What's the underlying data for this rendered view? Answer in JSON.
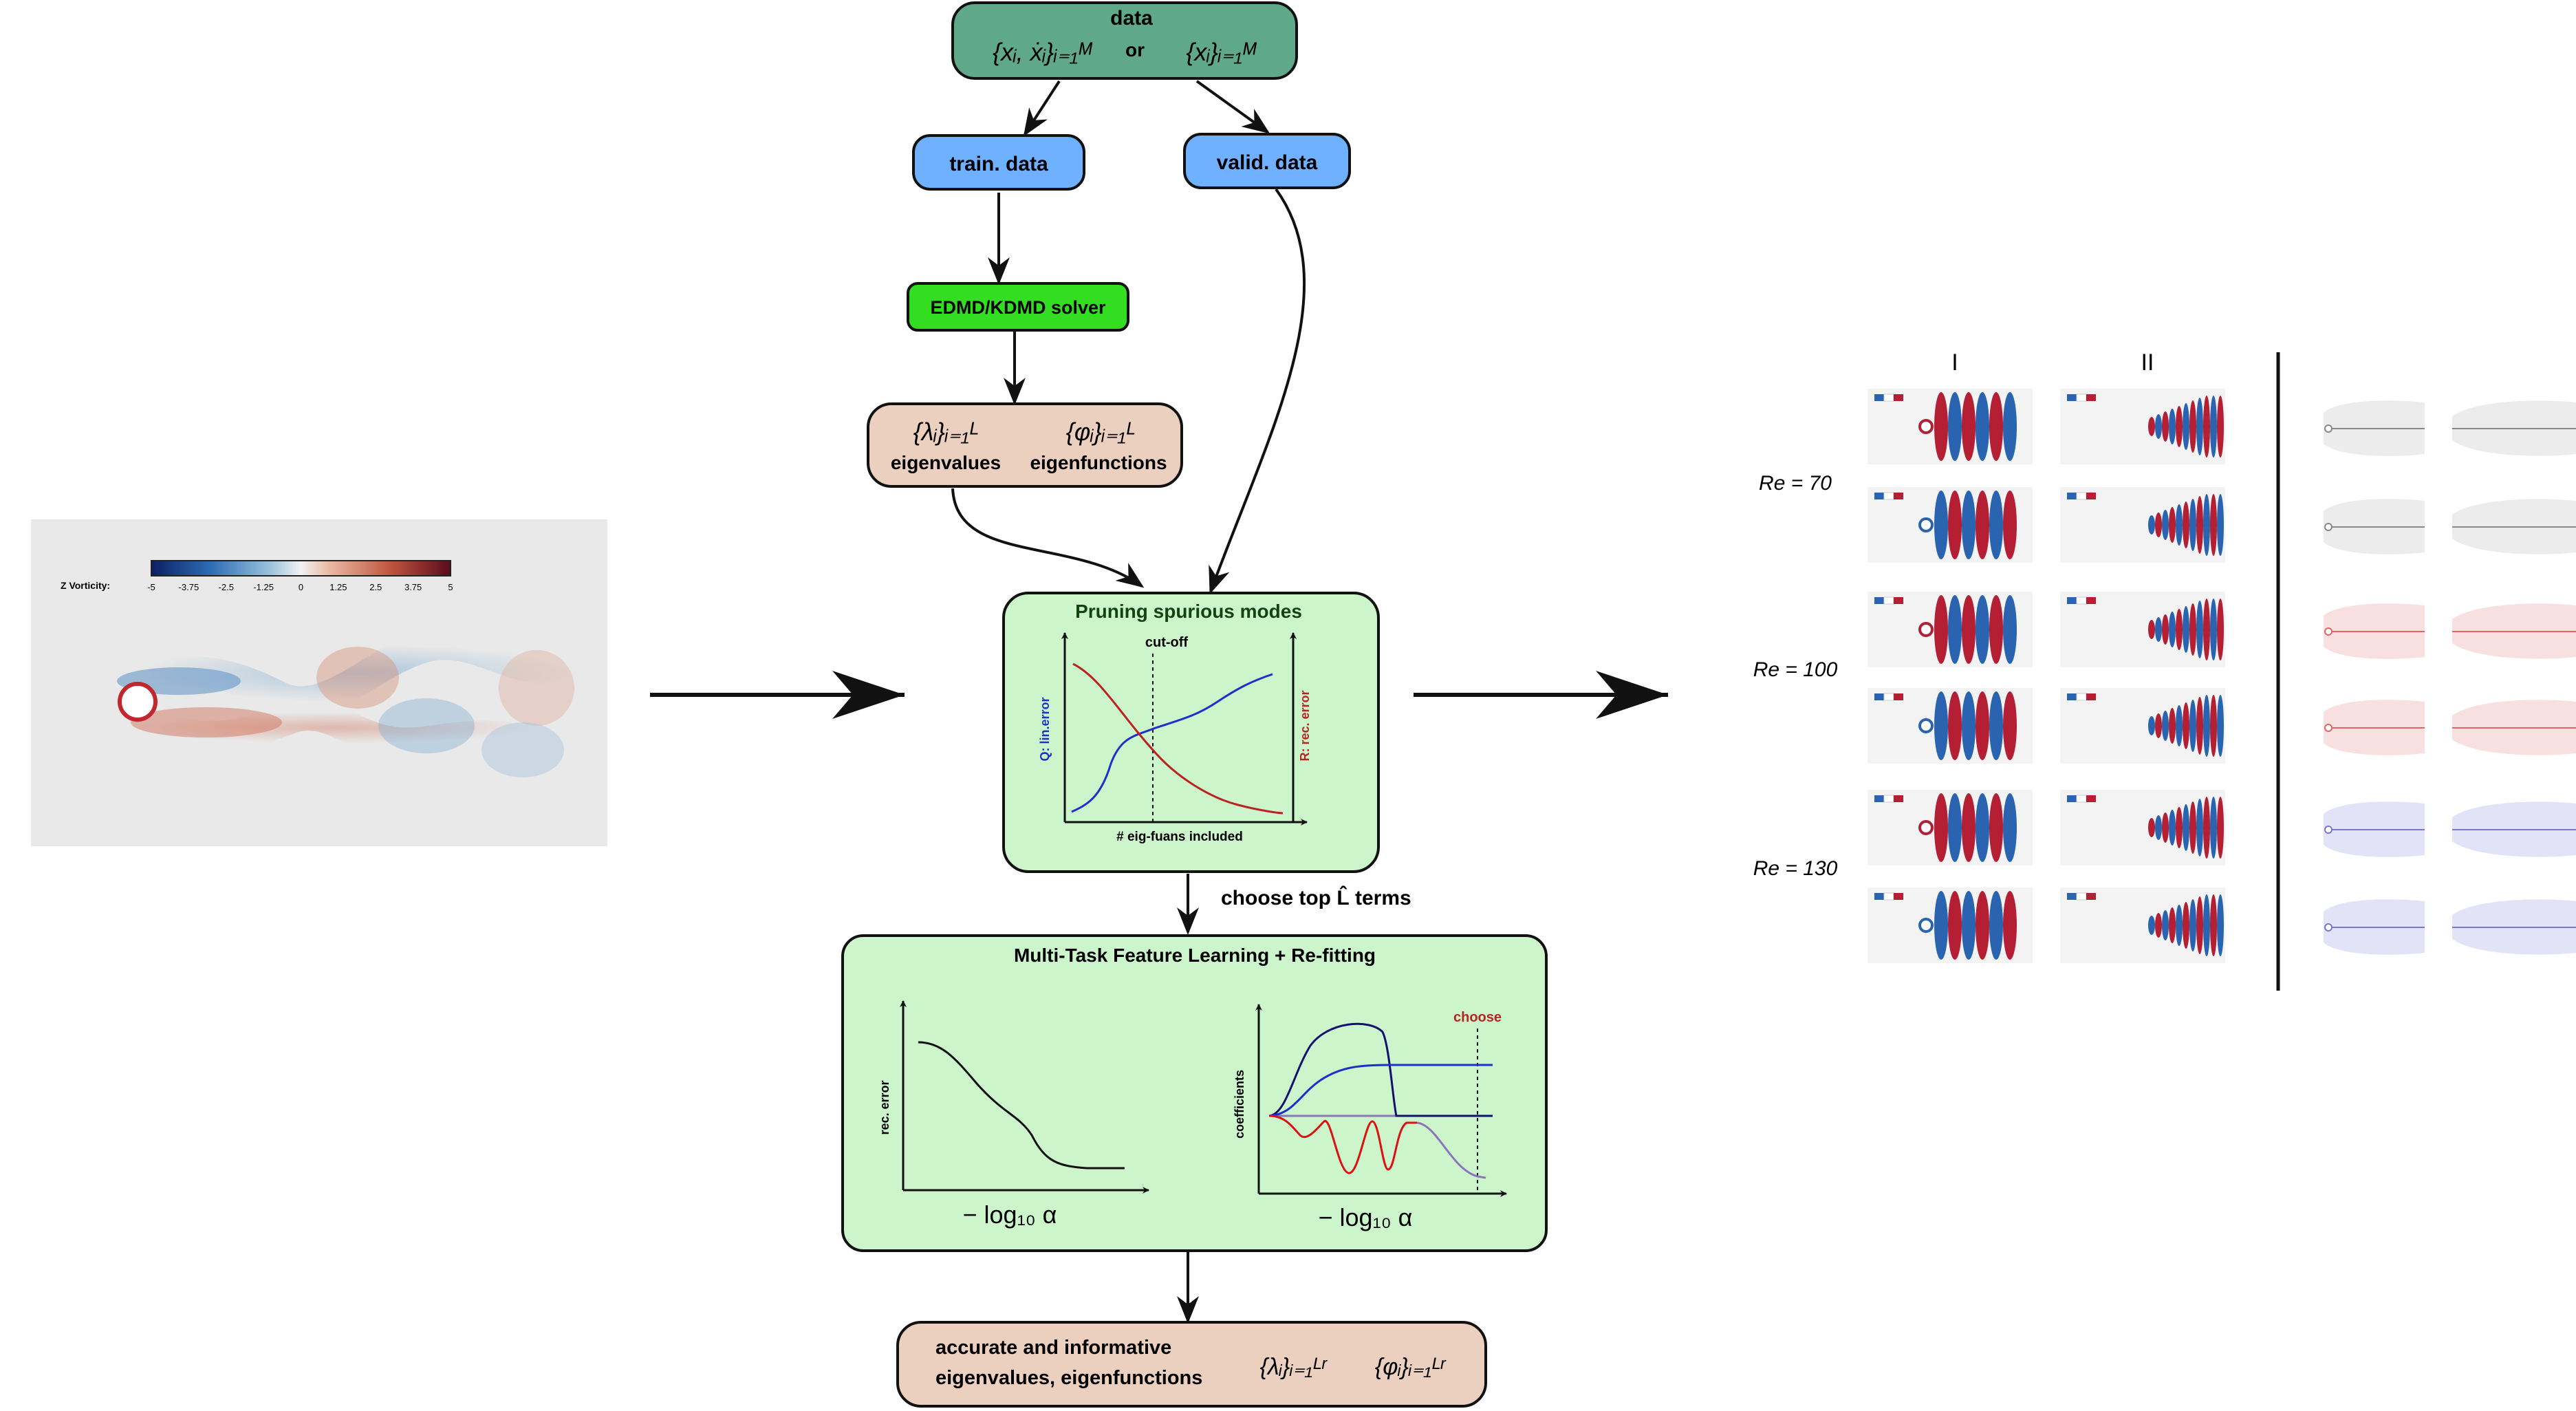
{
  "colors": {
    "data_box": "#5fa98a",
    "blue_box": "#6fb1ff",
    "solver_box": "#33dd22",
    "eig_box": "#ebcfbf",
    "panel_green": "#ccf5cc",
    "line_blue": "#1d2fcc",
    "line_red": "#bb2222",
    "line_navy": "#121070",
    "vort_red": "#b51f34",
    "vort_blue": "#2a64b0"
  },
  "flowchart": {
    "data_title": "data",
    "data_math_left": "{xᵢ, ẋᵢ}ᵢ₌₁ᴹ",
    "data_or": "or",
    "data_math_right": "{xᵢ}ᵢ₌₁ᴹ",
    "train_label": "train. data",
    "valid_label": "valid. data",
    "solver_label": "EDMD/KDMD solver",
    "eig_math_left": "{λᵢ}ᵢ₌₁ᴸ",
    "eig_math_right": "{φᵢ}ᵢ₌₁ᴸ",
    "eig_label_left": "eigenvalues",
    "eig_label_right": "eigenfunctions",
    "pruning_title": "Pruning spurious modes",
    "pruning_cutoff": "cut-off",
    "pruning_left_axis": "Q: lin.error",
    "pruning_right_axis": "R: rec. error",
    "pruning_x_axis": "# eig-fuans included",
    "choose_label": "choose top L̂ terms",
    "mtfl_title": "Multi-Task Feature Learning + Re-fitting",
    "mtfl_left_ylabel": "rec. error",
    "mtfl_left_xlabel": "− log₁₀ α",
    "mtfl_right_ylabel": "coefficients",
    "mtfl_right_xlabel": "− log₁₀ α",
    "mtfl_choose": "choose",
    "final_line1": "accurate and informative",
    "final_line2": "eigenvalues, eigenfunctions",
    "final_math_left": "{λᵢ}ᵢ₌₁ᴸʳ",
    "final_math_right": "{φᵢ}ᵢ₌₁ᴸʳ"
  },
  "vorticity": {
    "title": "Z Vorticity:",
    "ticks": [
      "-5",
      "-3.75",
      "-2.5",
      "-1.25",
      "0",
      "1.25",
      "2.5",
      "3.75",
      "5"
    ]
  },
  "modes_grid": {
    "col_headers": [
      "I",
      "II"
    ],
    "row_labels": [
      "Re = 70",
      "Re = 100",
      "Re = 130"
    ]
  }
}
